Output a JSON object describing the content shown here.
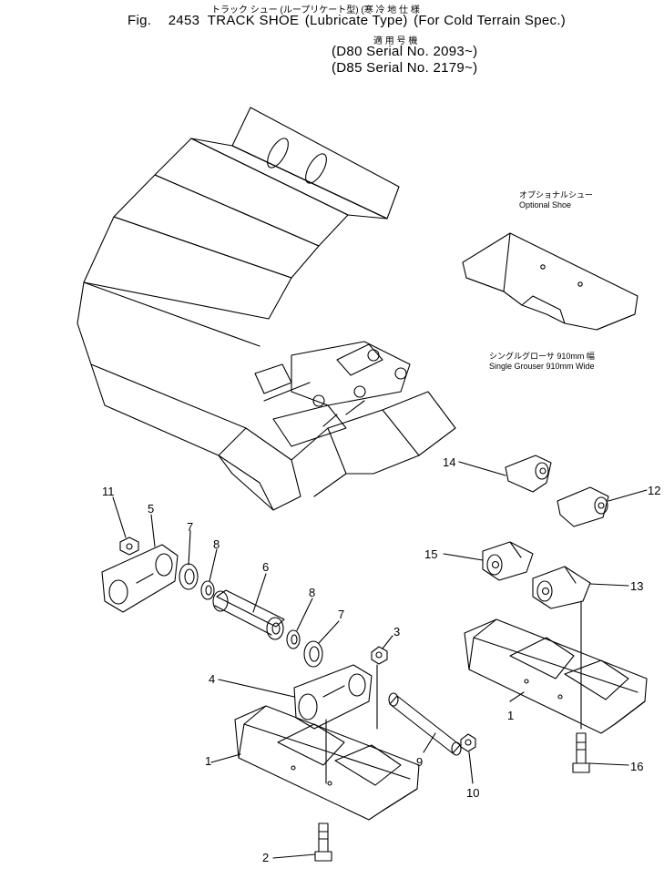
{
  "header": {
    "kana_line": "トラック シュー (ループリケート型) (寒 冷 地 仕 様",
    "fig_label": "Fig.",
    "fig_number": "2453",
    "title": "TRACK SHOE",
    "type_paren": "(Lubricate Type)",
    "spec_paren": "(For Cold Terrain Spec.)",
    "applicable_kana": "適 用 号 機",
    "serial_1": "(D80 Serial No. 2093~)",
    "serial_2": "(D85 Serial No. 2179~)"
  },
  "notes": {
    "optional_kana": "オプショナルシュー",
    "optional_en": "Optional Shoe",
    "grouser_kana": "シングルグローサ 910mm 幅",
    "grouser_en": "Single Grouser 910mm Wide"
  },
  "callouts": {
    "c1a": "1",
    "c1b": "1",
    "c2": "2",
    "c3": "3",
    "c4": "4",
    "c5": "5",
    "c6": "6",
    "c7a": "7",
    "c7b": "7",
    "c8a": "8",
    "c8b": "8",
    "c9": "9",
    "c10": "10",
    "c11": "11",
    "c12": "12",
    "c13": "13",
    "c14": "14",
    "c15": "15",
    "c16": "16"
  }
}
